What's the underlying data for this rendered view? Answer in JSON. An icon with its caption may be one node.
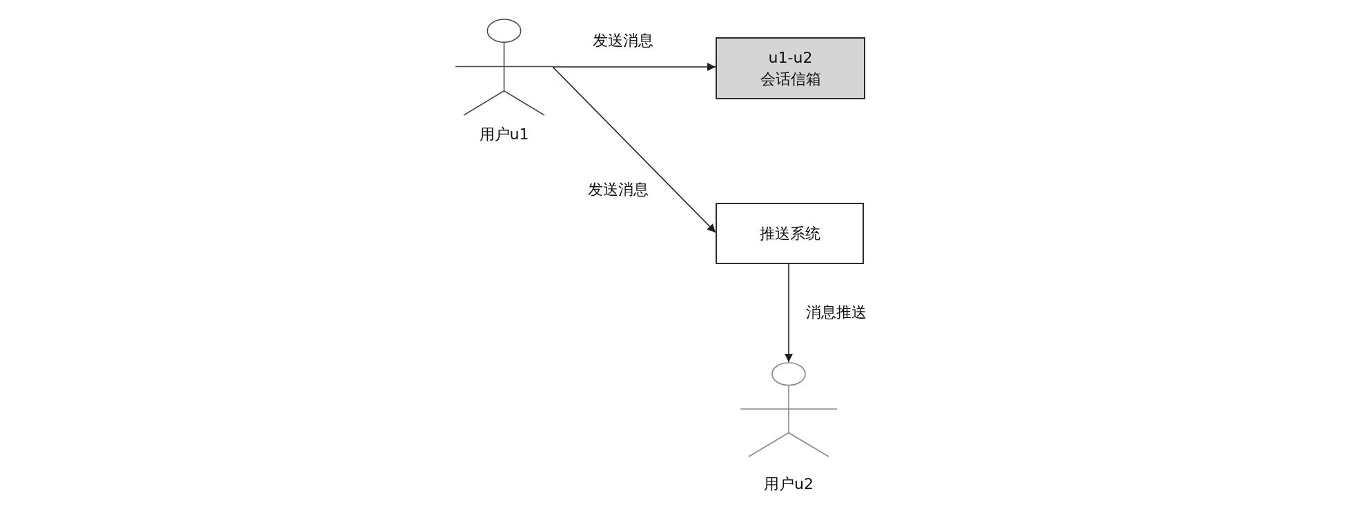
{
  "diagram": {
    "nodes": [
      {
        "text": [
          "用户u1"
        ]
      },
      {
        "text": [
          "u1-u2 会话信箱"
        ]
      },
      {
        "text": [
          "推送系统"
        ]
      },
      {
        "text": [
          "用户u2"
        ]
      }
    ],
    "edges": [
      {
        "from": 0,
        "to": 1,
        "arrow": "to",
        "label": "发送消息"
      },
      {
        "from": 0,
        "to": 2,
        "arrow": "to",
        "label": "发送消息"
      },
      {
        "from": 2,
        "to": 3,
        "arrow": "to",
        "label": "消息推送"
      }
    ]
  }
}
